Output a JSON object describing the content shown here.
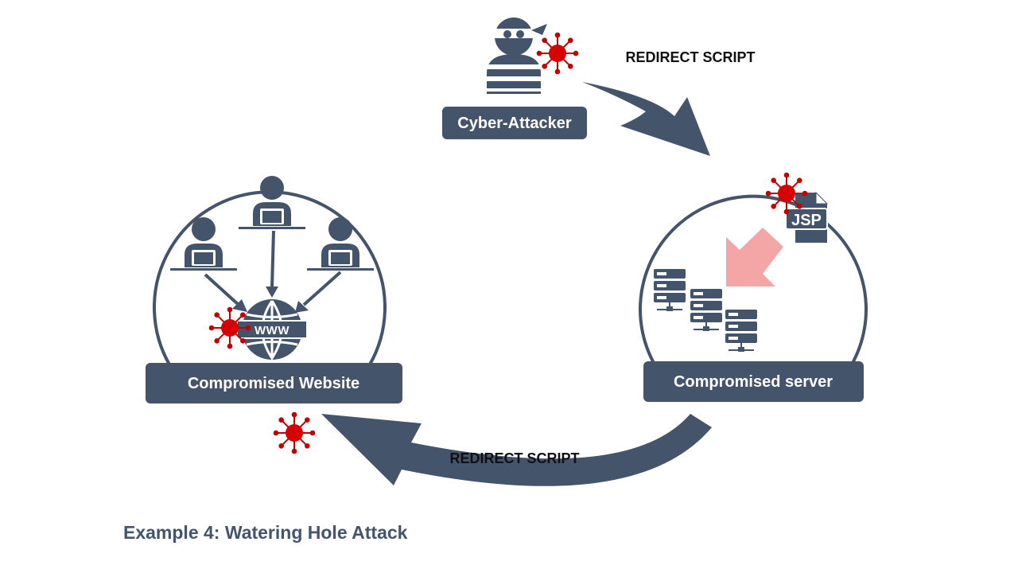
{
  "colors": {
    "primary": "#44546a",
    "virus": "#c00000",
    "highlight_arrow": "#f4a6a6",
    "text": "#111111",
    "caption": "#44546a"
  },
  "nodes": {
    "attacker": {
      "label": "Cyber-Attacker",
      "icon": "hacker-icon"
    },
    "server": {
      "label": "Compromised server",
      "icons": [
        "server-rack-icon",
        "jsp-file-icon"
      ]
    },
    "website": {
      "label": "Compromised Website",
      "icons": [
        "user-laptop-icon",
        "globe-icon"
      ],
      "globe_text": "WWW"
    }
  },
  "flows": {
    "attacker_to_server": {
      "label": "REDIRECT SCRIPT"
    },
    "server_to_website": {
      "label": "REDIRECT SCRIPT"
    }
  },
  "server_file": {
    "label": "JSP"
  },
  "caption": "Example 4: Watering Hole Attack"
}
